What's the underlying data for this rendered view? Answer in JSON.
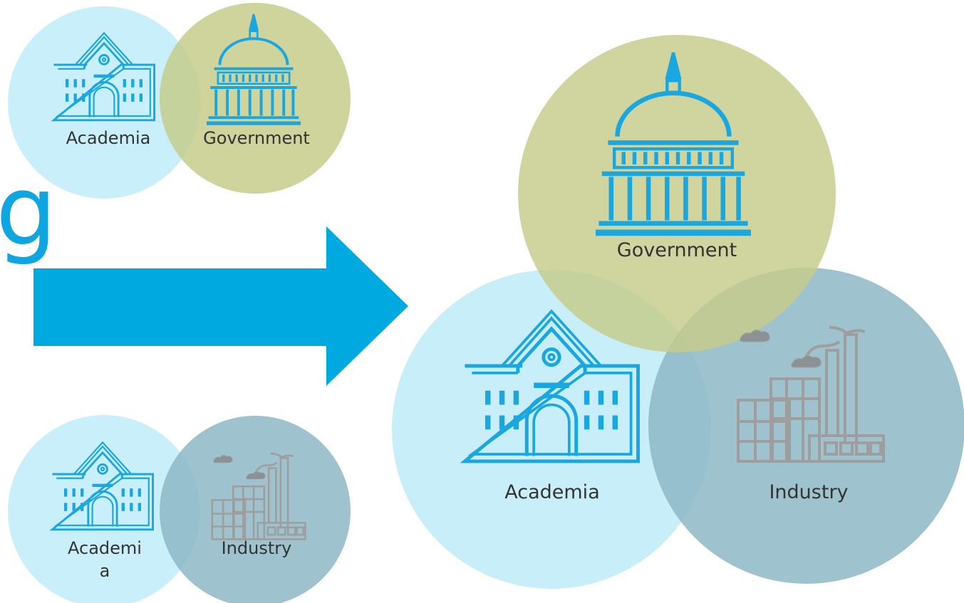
{
  "diagram": {
    "colors": {
      "academia_circle": "#c3edf9",
      "government_circle": "#c6cc8a",
      "industry_circle": "#8db7c6",
      "arrow": "#00a9e0",
      "icon_blue": "#1aa7e0",
      "icon_gray": "#9e9e9e"
    },
    "title_fragment": "g",
    "top_left_pair": {
      "academia_label": "Academia",
      "government_label": "Government"
    },
    "bottom_left_pair": {
      "academia_label": "Academi\na",
      "industry_label": "Industry"
    },
    "main_triple": {
      "academia_label": "Academia",
      "government_label": "Government",
      "industry_label": "Industry"
    },
    "arrow": {
      "direction": "right"
    }
  }
}
